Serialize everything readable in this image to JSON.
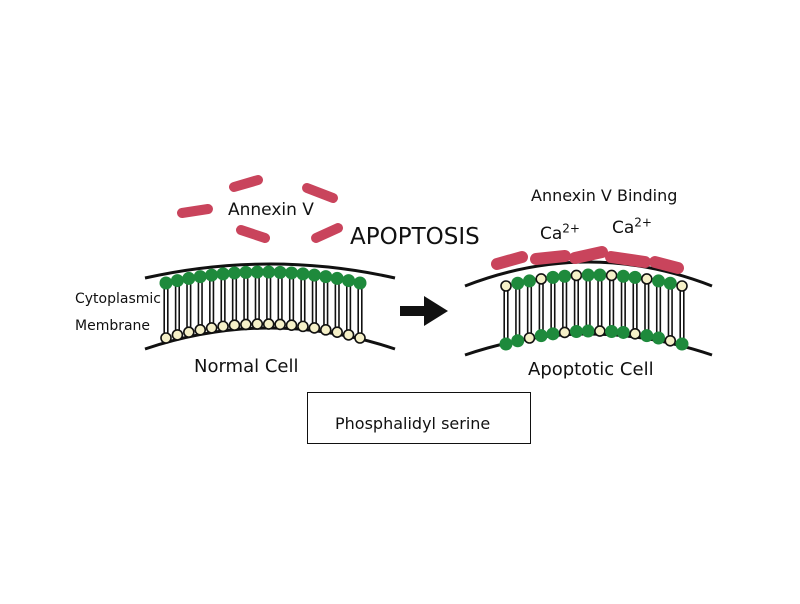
{
  "labels": {
    "annexin_v": "Annexin V",
    "apoptosis": "APOPTOSIS",
    "annexin_v_binding": "Annexin V Binding",
    "ca_base": "Ca",
    "ca_charge": "2+",
    "cytoplasmic": "Cytoplasmic",
    "membrane": "Membrane",
    "normal_cell": "Normal Cell",
    "apoptotic_cell": "Apoptotic Cell",
    "legend_text": "Phosphalidyl serine"
  },
  "colors": {
    "annexin": "#c9445c",
    "lipid_head_green": "#1e8a3c",
    "ps_head": "#f5f0c8",
    "line": "#111111"
  },
  "icons": [
    "arrow-right-icon",
    "phosphatidylserine-lollipop-icon"
  ]
}
